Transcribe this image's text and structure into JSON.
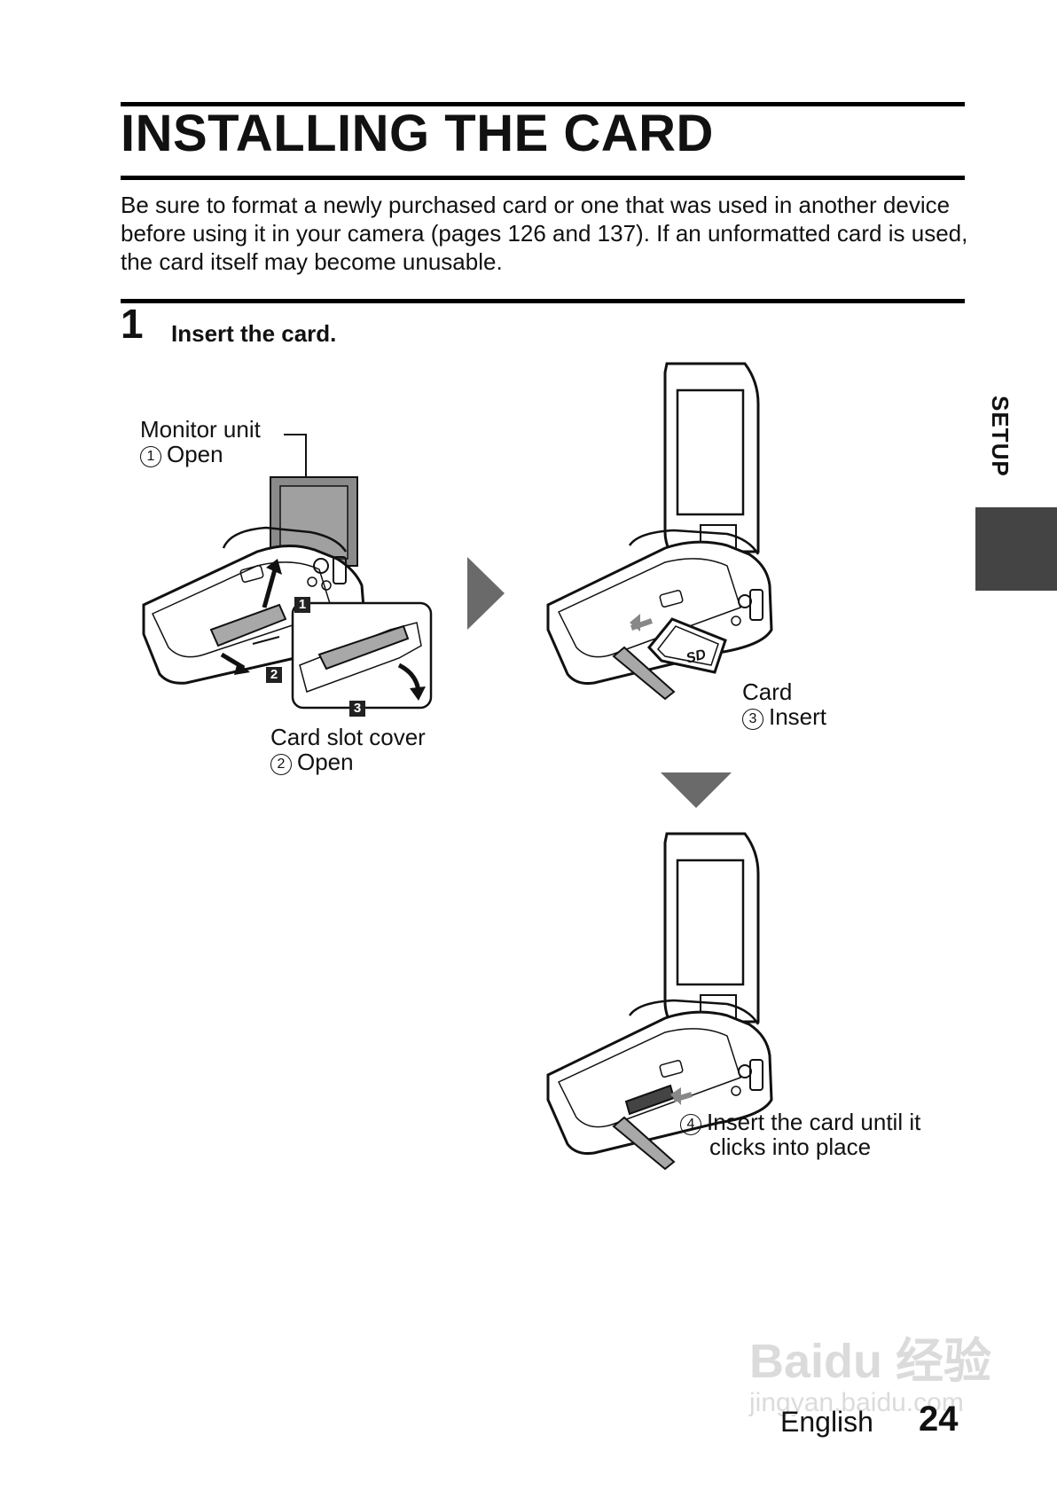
{
  "page": {
    "title": "INSTALLING THE CARD",
    "intro": "Be sure to format a newly purchased card or one that was used in another device before using it in your camera (pages 126 and 137). If an unformatted card is used, the card itself may become unusable.",
    "side_tab_label": "SETUP"
  },
  "step": {
    "number": "1",
    "text": "Insert the card."
  },
  "figure": {
    "monitor_unit": "Monitor unit",
    "open_1": "Open",
    "card_slot_cover": "Card slot cover",
    "open_2": "Open",
    "card": "Card",
    "insert_3": "Insert",
    "insert_4_line1": "Insert the card until it",
    "insert_4_line2": "clicks into place",
    "circled": [
      "1",
      "2",
      "3",
      "4"
    ],
    "badges": [
      "1",
      "2",
      "3"
    ],
    "card_logo": "SD"
  },
  "footer": {
    "language": "English",
    "page_number": "24"
  },
  "watermark": {
    "brand": "Baidu 经验",
    "url": "jingyan.baidu.com"
  },
  "colors": {
    "text": "#111111",
    "tab": "#444444",
    "arrow": "#6a6a6a",
    "screen": "#8a8a8a",
    "cover": "#a8a8a8"
  }
}
